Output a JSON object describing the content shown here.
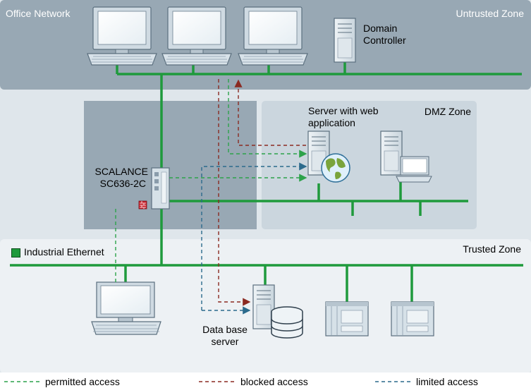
{
  "zones": {
    "office": "Office Network",
    "untrusted": "Untrusted Zone",
    "dmz": "DMZ Zone",
    "trusted": "Trusted Zone"
  },
  "devices": {
    "domain_controller": [
      "Domain",
      "Controller"
    ],
    "web_server": [
      "Server with web",
      "application"
    ],
    "firewall": [
      "SCALANCE",
      "SC636-2C"
    ],
    "db_server": [
      "Data base",
      "server"
    ]
  },
  "ethernet_legend": "Industrial Ethernet",
  "legend": [
    {
      "label": "permitted access",
      "color": "#2ca24a"
    },
    {
      "label": "blocked access",
      "color": "#8b2a22"
    },
    {
      "label": "limited access",
      "color": "#2b6a8c"
    }
  ],
  "colors": {
    "ethernet": "#1f9a3c",
    "office_band": "#98a8b4",
    "dmz_left": "#98a8b4",
    "dmz_right": "#cbd6de",
    "background_band": "#dfe6eb",
    "trusted_band": "#edf1f4"
  }
}
